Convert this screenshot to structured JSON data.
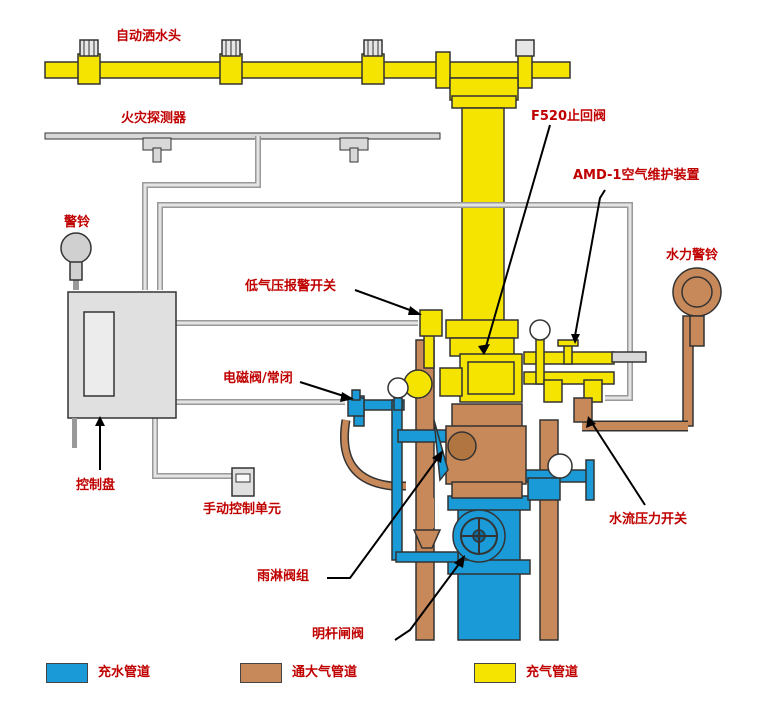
{
  "labels": {
    "sprinkler": "自动洒水头",
    "detector": "火灾探测器",
    "alarm_bell": "警铃",
    "f520": "F520止回阀",
    "amd1": "AMD-1空气维护装置",
    "water_bell": "水力警铃",
    "low_pressure": "低气压报警开关",
    "solenoid": "电磁阀/常闭",
    "control_panel": "控制盘",
    "manual_unit": "手动控制单元",
    "flow_switch": "水流压力开关",
    "deluge": "雨淋阀组",
    "gate_valve": "明杆闸阀"
  },
  "legend": [
    {
      "label": "充水管道",
      "color": "#1a9ad6"
    },
    {
      "label": "通大气管道",
      "color": "#c8895a"
    },
    {
      "label": "充气管道",
      "color": "#f5e300"
    }
  ],
  "colors": {
    "water": "#1a9ad6",
    "atmosphere": "#c8895a",
    "air": "#f5e300",
    "pipe_outline": "#333333",
    "label_red": "#c00000",
    "wire_gray": "#d8d8d8"
  }
}
